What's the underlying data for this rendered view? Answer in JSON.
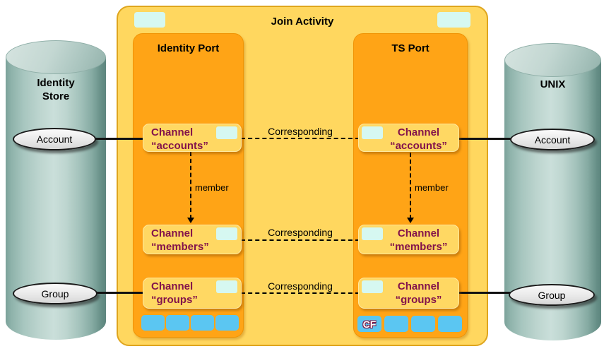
{
  "title": "Join Activity",
  "left_store": {
    "name": "Identity\nStore",
    "account": "Account",
    "group": "Group"
  },
  "right_store": {
    "name": "UNIX",
    "account": "Account",
    "group": "Group"
  },
  "ports": {
    "identity": {
      "title": "Identity Port",
      "channels": [
        {
          "line1": "Channel",
          "line2": "“accounts”"
        },
        {
          "line1": "Channel",
          "line2": "“members”"
        },
        {
          "line1": "Channel",
          "line2": "“groups”"
        }
      ]
    },
    "ts": {
      "title": "TS Port",
      "cf_label": "CF",
      "channels": [
        {
          "line1": "Channel",
          "line2": "“accounts”"
        },
        {
          "line1": "Channel",
          "line2": "“members”"
        },
        {
          "line1": "Channel",
          "line2": "“groups”"
        }
      ]
    }
  },
  "labels": {
    "corresponding": [
      "Corresponding",
      "Corresponding",
      "Corresponding"
    ],
    "member": [
      "member",
      "member"
    ]
  },
  "colors": {
    "container_fill": "#FFD75F",
    "port_fill": "#FFA416",
    "channel_fill": "#FFD863",
    "chip_cyan": "#D6F8F1",
    "slot_blue": "#5BC6F2",
    "channel_text": "#83134B",
    "cylinder_teal": "#A9C6BF"
  }
}
